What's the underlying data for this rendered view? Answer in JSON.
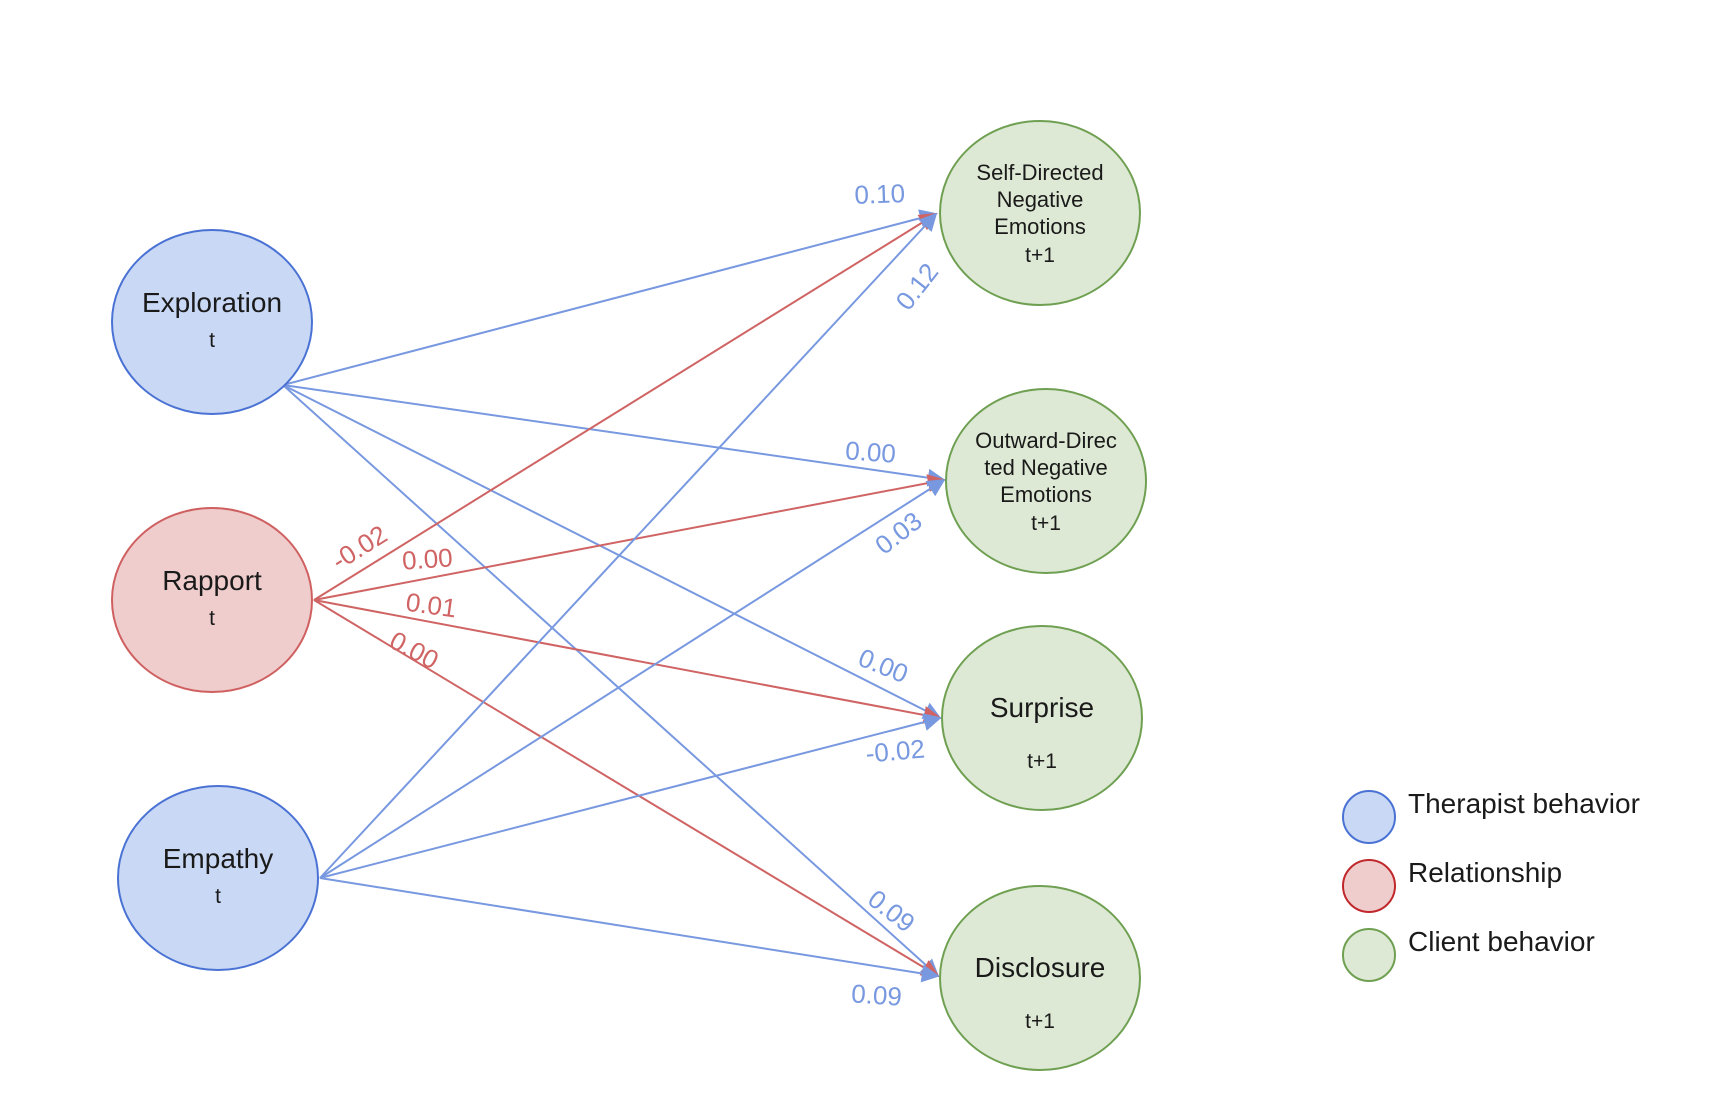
{
  "colors": {
    "therapist_fill": "#c9d8f4",
    "therapist_stroke": "#4a72d4",
    "relationship_fill": "#efcdcd",
    "relationship_stroke": "#d06060",
    "client_fill": "#dde9d4",
    "client_stroke": "#6fa052",
    "legend_relationship_stroke": "#c0282b",
    "blue_edge": "#7898e0",
    "red_edge": "#d06464"
  },
  "nodes": {
    "exploration": {
      "lines": [
        "Exploration"
      ],
      "time": "t"
    },
    "rapport": {
      "lines": [
        "Rapport"
      ],
      "time": "t"
    },
    "empathy": {
      "lines": [
        "Empathy"
      ],
      "time": "t"
    },
    "self_directed": {
      "lines": [
        "Self-Directed",
        "Negative",
        "Emotions"
      ],
      "time": "t+1"
    },
    "outward_directed": {
      "lines": [
        "Outward-Direc",
        "ted Negative",
        "Emotions"
      ],
      "time": "t+1"
    },
    "surprise": {
      "lines": [
        "Surprise"
      ],
      "time": "t+1"
    },
    "disclosure": {
      "lines": [
        "Disclosure"
      ],
      "time": "t+1"
    }
  },
  "edges": [
    {
      "from": "exploration",
      "to": "self_directed",
      "label": "0.10",
      "color": "blue"
    },
    {
      "from": "exploration",
      "to": "outward_directed",
      "label": "0.00",
      "color": "blue"
    },
    {
      "from": "exploration",
      "to": "surprise",
      "label": "0.00",
      "color": "blue"
    },
    {
      "from": "exploration",
      "to": "disclosure",
      "label": "0.09",
      "color": "blue"
    },
    {
      "from": "rapport",
      "to": "self_directed",
      "label": "-0.02",
      "color": "red"
    },
    {
      "from": "rapport",
      "to": "outward_directed",
      "label": "0.00",
      "color": "red"
    },
    {
      "from": "rapport",
      "to": "surprise",
      "label": "0.01",
      "color": "red"
    },
    {
      "from": "rapport",
      "to": "disclosure",
      "label": "0.00",
      "color": "red"
    },
    {
      "from": "empathy",
      "to": "self_directed",
      "label": "0.12",
      "color": "blue"
    },
    {
      "from": "empathy",
      "to": "outward_directed",
      "label": "0.03",
      "color": "blue"
    },
    {
      "from": "empathy",
      "to": "surprise",
      "label": "-0.02",
      "color": "blue"
    },
    {
      "from": "empathy",
      "to": "disclosure",
      "label": "0.09",
      "color": "blue"
    }
  ],
  "legend": [
    {
      "label": "Therapist behavior",
      "kind": "therapist"
    },
    {
      "label": "Relationship",
      "kind": "relationship"
    },
    {
      "label": "Client behavior",
      "kind": "client"
    }
  ]
}
